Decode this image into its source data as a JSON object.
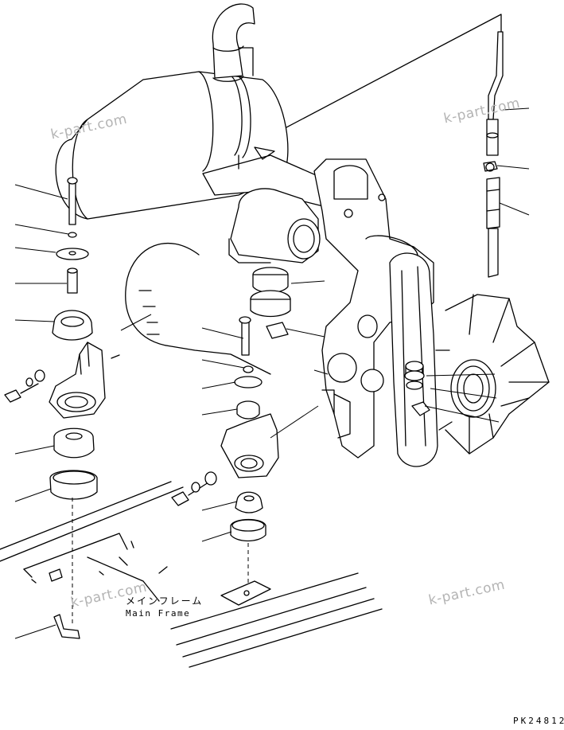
{
  "labels": {
    "main_frame_jp": "メインフレーム",
    "main_frame_en": "Main Frame",
    "drawing_code": "PK24812"
  },
  "watermarks": [
    "k-part.com",
    "k-part.com",
    "k-part.com",
    "k-part.com"
  ],
  "colors": {
    "line": "#000000",
    "watermark": "#b4b4b4",
    "background": "#ffffff"
  }
}
